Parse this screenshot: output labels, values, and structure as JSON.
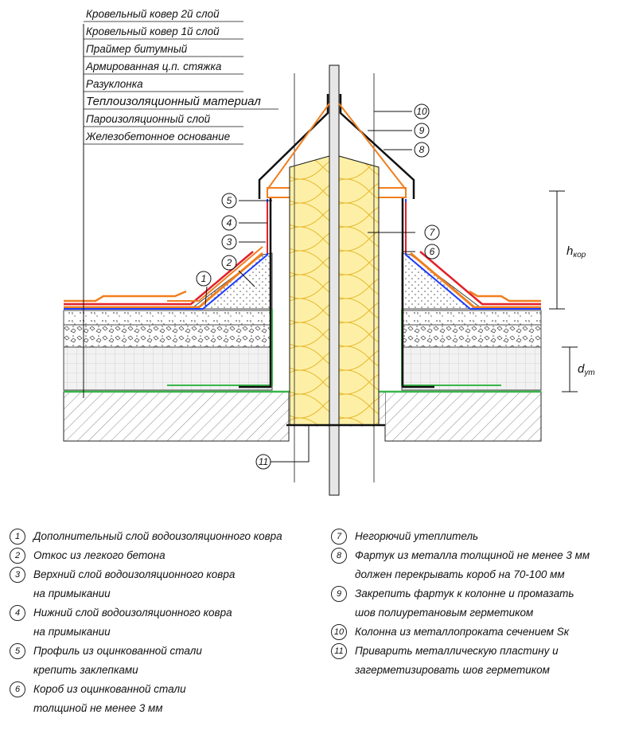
{
  "layers": [
    "Кровельный ковер 2й слой",
    "Кровельный ковер 1й слой",
    "Праймер битумный",
    "Армированная ц.п. стяжка",
    "Разуклонка",
    "Теплоизоляционный материал",
    "Пароизоляционный слой",
    "Железобетонное основание"
  ],
  "callouts": [
    "1",
    "2",
    "3",
    "4",
    "5",
    "6",
    "7",
    "8",
    "9",
    "10",
    "11"
  ],
  "dimensions": {
    "h_main": "h",
    "h_sub": "кор",
    "d_main": "d",
    "d_sub": "ут"
  },
  "legend_left": [
    {
      "num": "1",
      "lines": [
        "Дополнительный слой водоизоляционного ковра"
      ]
    },
    {
      "num": "2",
      "lines": [
        "Откос из легкого бетона"
      ]
    },
    {
      "num": "3",
      "lines": [
        "Верхний слой водоизоляционного ковра",
        "на примыкании"
      ]
    },
    {
      "num": "4",
      "lines": [
        "Нижний слой водоизоляционного ковра",
        "на примыкании"
      ]
    },
    {
      "num": "5",
      "lines": [
        "Профиль из оцинкованной стали",
        "крепить заклепками"
      ]
    },
    {
      "num": "6",
      "lines": [
        "Короб из оцинкованной стали",
        "толщиной не менее 3 мм"
      ]
    }
  ],
  "legend_right": [
    {
      "num": "7",
      "lines": [
        "Негорючий утеплитель"
      ]
    },
    {
      "num": "8",
      "lines": [
        "Фартук из металла толщиной не менее 3 мм",
        "должен перекрывать короб на 70-100 мм"
      ]
    },
    {
      "num": "9",
      "lines": [
        "Закрепить фартук к колонне и промазать",
        "шов полиуретановым герметиком"
      ]
    },
    {
      "num": "10",
      "lines": [
        "Колонна из металлопроката сечением Sк"
      ]
    },
    {
      "num": "11",
      "lines": [
        "Приварить металлическую пластину и",
        "загерметизировать шов герметиком"
      ]
    }
  ],
  "colors": {
    "orange": "#f07f1f",
    "red": "#e3202a",
    "blue": "#1e3cff",
    "green": "#39b54a",
    "insulation": "#fdf0a6",
    "insulation_line": "#e8b830"
  }
}
